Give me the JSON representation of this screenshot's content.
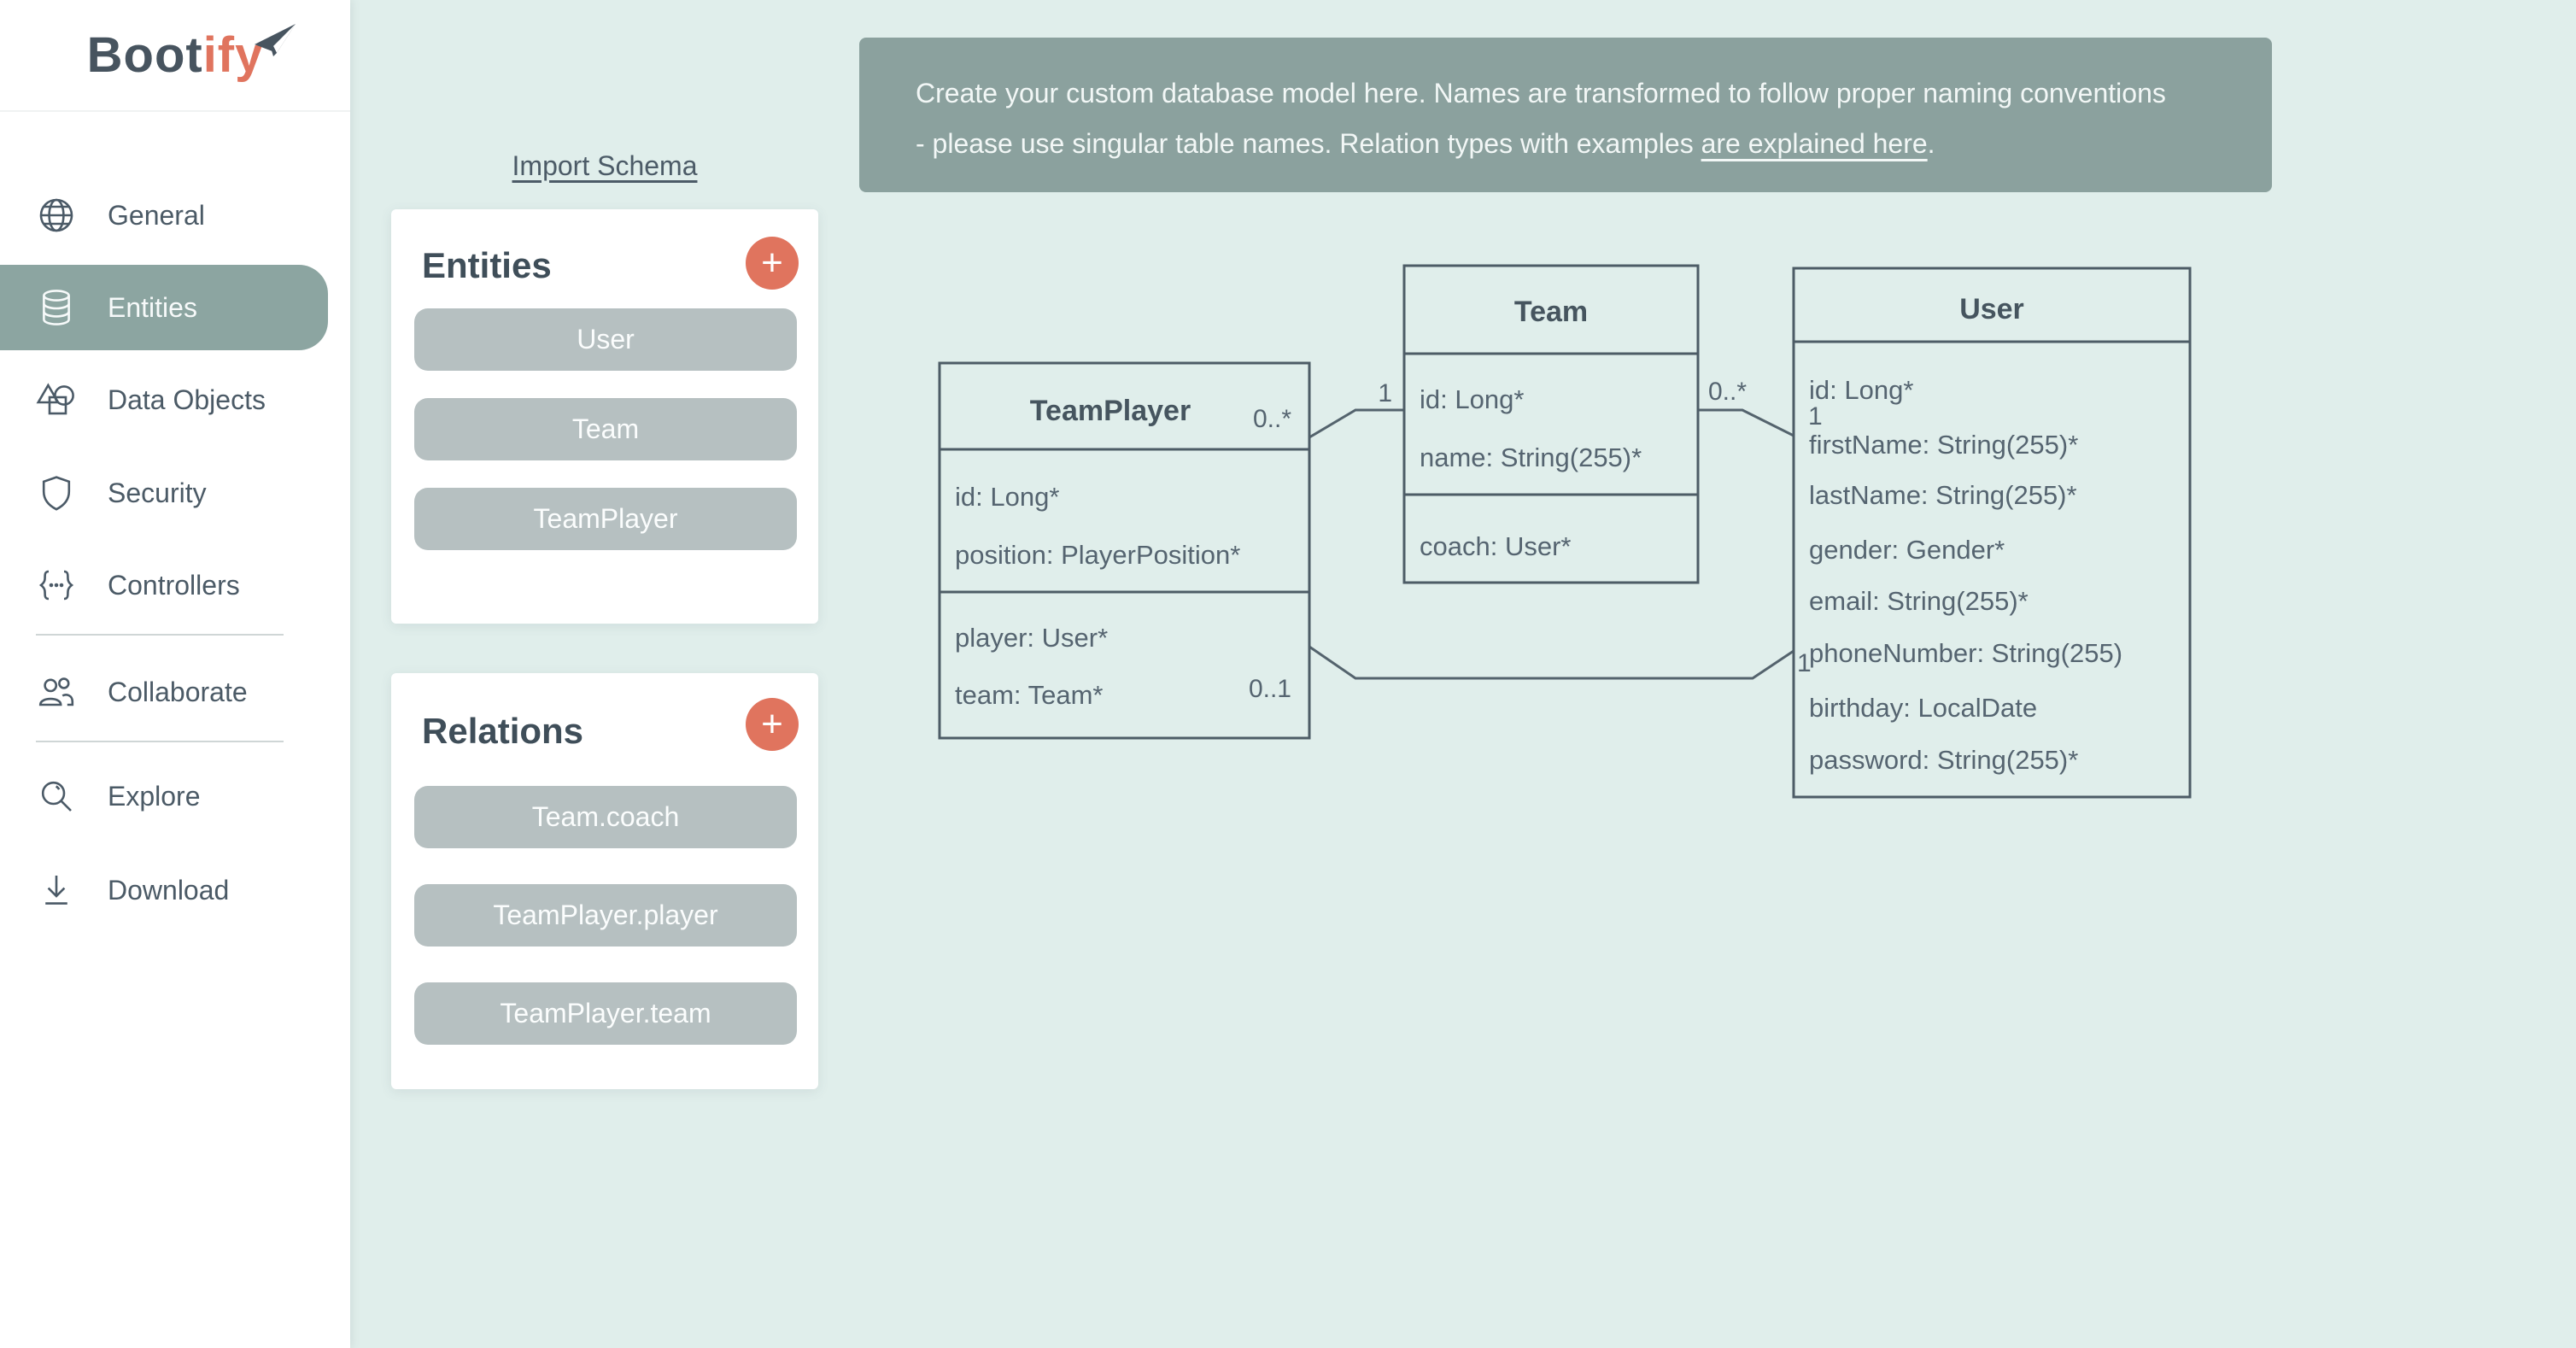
{
  "brand": {
    "name_primary": "Boot",
    "name_accent": "ify"
  },
  "sidebar": {
    "items": [
      {
        "label": "General",
        "icon": "globe"
      },
      {
        "label": "Entities",
        "icon": "database",
        "active": true
      },
      {
        "label": "Data Objects",
        "icon": "shapes"
      },
      {
        "label": "Security",
        "icon": "shield"
      },
      {
        "label": "Controllers",
        "icon": "braces"
      },
      {
        "label": "Collaborate",
        "icon": "people"
      },
      {
        "label": "Explore",
        "icon": "magnifier"
      },
      {
        "label": "Download",
        "icon": "download"
      }
    ]
  },
  "import_link": "Import Schema",
  "banner": {
    "line1": "Create your custom database model here. Names are transformed to follow proper naming conventions",
    "line2_prefix": "- please use singular table names. Relation types with examples ",
    "line2_link": "are explained here",
    "line2_suffix": "."
  },
  "panels": {
    "entities": {
      "title": "Entities",
      "add_label": "+",
      "items": [
        "User",
        "Team",
        "TeamPlayer"
      ]
    },
    "relations": {
      "title": "Relations",
      "add_label": "+",
      "items": [
        "Team.coach",
        "TeamPlayer.player",
        "TeamPlayer.team"
      ]
    }
  },
  "diagram": {
    "teamplayer": {
      "title": "TeamPlayer",
      "mult_top": "0..*",
      "mult_bottom": "0..1",
      "attrs": [
        "id: Long*",
        "position: PlayerPosition*"
      ],
      "relations": [
        "player: User*",
        "team: Team*"
      ]
    },
    "team": {
      "title": "Team",
      "mult_left": "1",
      "mult_right": "0..*",
      "attrs": [
        "id: Long*",
        "name: String(255)*"
      ],
      "relations": [
        "coach: User*"
      ]
    },
    "user": {
      "title": "User",
      "mult_upper": "1",
      "mult_lower": "1",
      "attrs": [
        "id: Long*",
        "firstName: String(255)*",
        "lastName: String(255)*",
        "gender: Gender*",
        "email: String(255)*",
        "phoneNumber: String(255)",
        "birthday: LocalDate",
        "password: String(255)*"
      ]
    }
  },
  "colors": {
    "background_mint": "#e0eeeb",
    "sage": "#8ba19e",
    "active_pill": "#8ca5a1",
    "coral": "#e0745e",
    "button_grey": "#b6c0c1",
    "slate_text": "#4b5a66",
    "diagram_stroke": "#4d5c66"
  }
}
